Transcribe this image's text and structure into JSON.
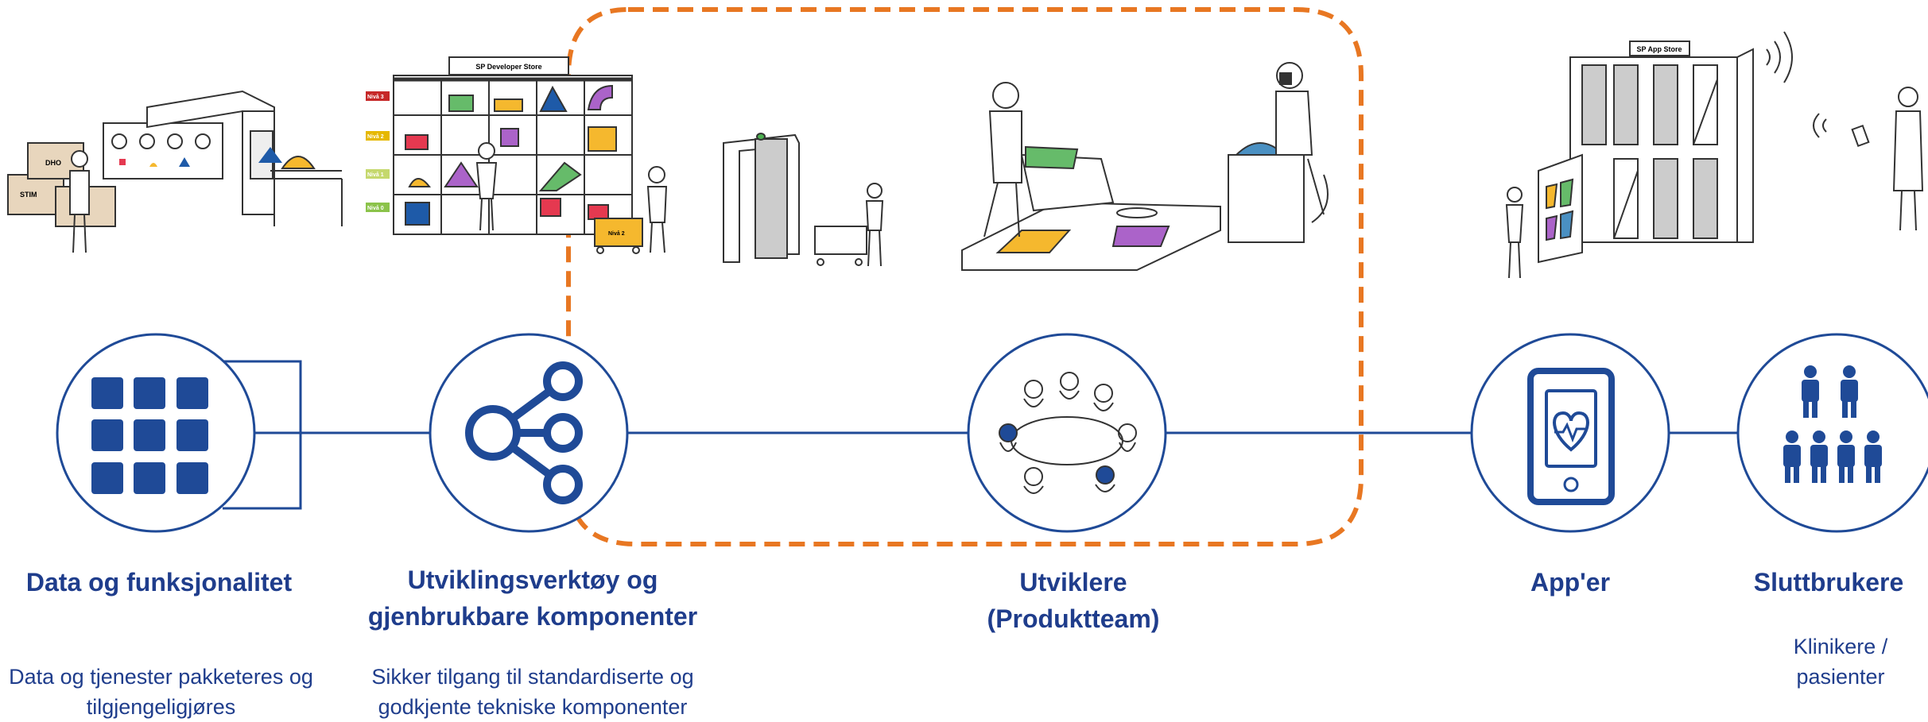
{
  "colors": {
    "accent_blue": "#1f4a97",
    "frame_orange": "#e87722",
    "shelf_level_colors": [
      "#c62828",
      "#e6b800",
      "#c5d86d",
      "#8bc34a"
    ],
    "object_colors": [
      "#66bb6a",
      "#f5b82e",
      "#1e5aa8",
      "#ab63c9",
      "#e53950"
    ]
  },
  "sections": [
    {
      "title": "Data og funksjonalitet",
      "description": "Data og tjenester pakketeres og tilgjengeligjøres",
      "icon": "grid-icon"
    },
    {
      "title": "Utviklingsverktøy og gjenbrukbare komponenter",
      "title_lines": [
        "Utviklingsverktøy og",
        "gjenbrukbare komponenter"
      ],
      "description_lines": [
        "Sikker tilgang til standardiserte og",
        "godkjente tekniske komponenter"
      ],
      "icon": "share-network-icon"
    },
    {
      "title_lines": [
        "Utviklere",
        "(Produktteam)"
      ],
      "icon": "team-meeting-icon"
    },
    {
      "title": "App'er",
      "icon": "phone-heart-icon"
    },
    {
      "title": "Sluttbrukere",
      "description_lines": [
        "Klinikere /",
        "pasienter"
      ],
      "icon": "users-icon"
    }
  ],
  "illustrations": {
    "developer_store_sign": "SP Developer Store",
    "app_store_sign": "SP App Store",
    "box_labels": [
      "DHO",
      "STIM"
    ],
    "shelf_levels": [
      "Nivå 3",
      "Nivå 2",
      "Nivå 1",
      "Nivå 0"
    ],
    "cart_label": "Nivå 2"
  }
}
